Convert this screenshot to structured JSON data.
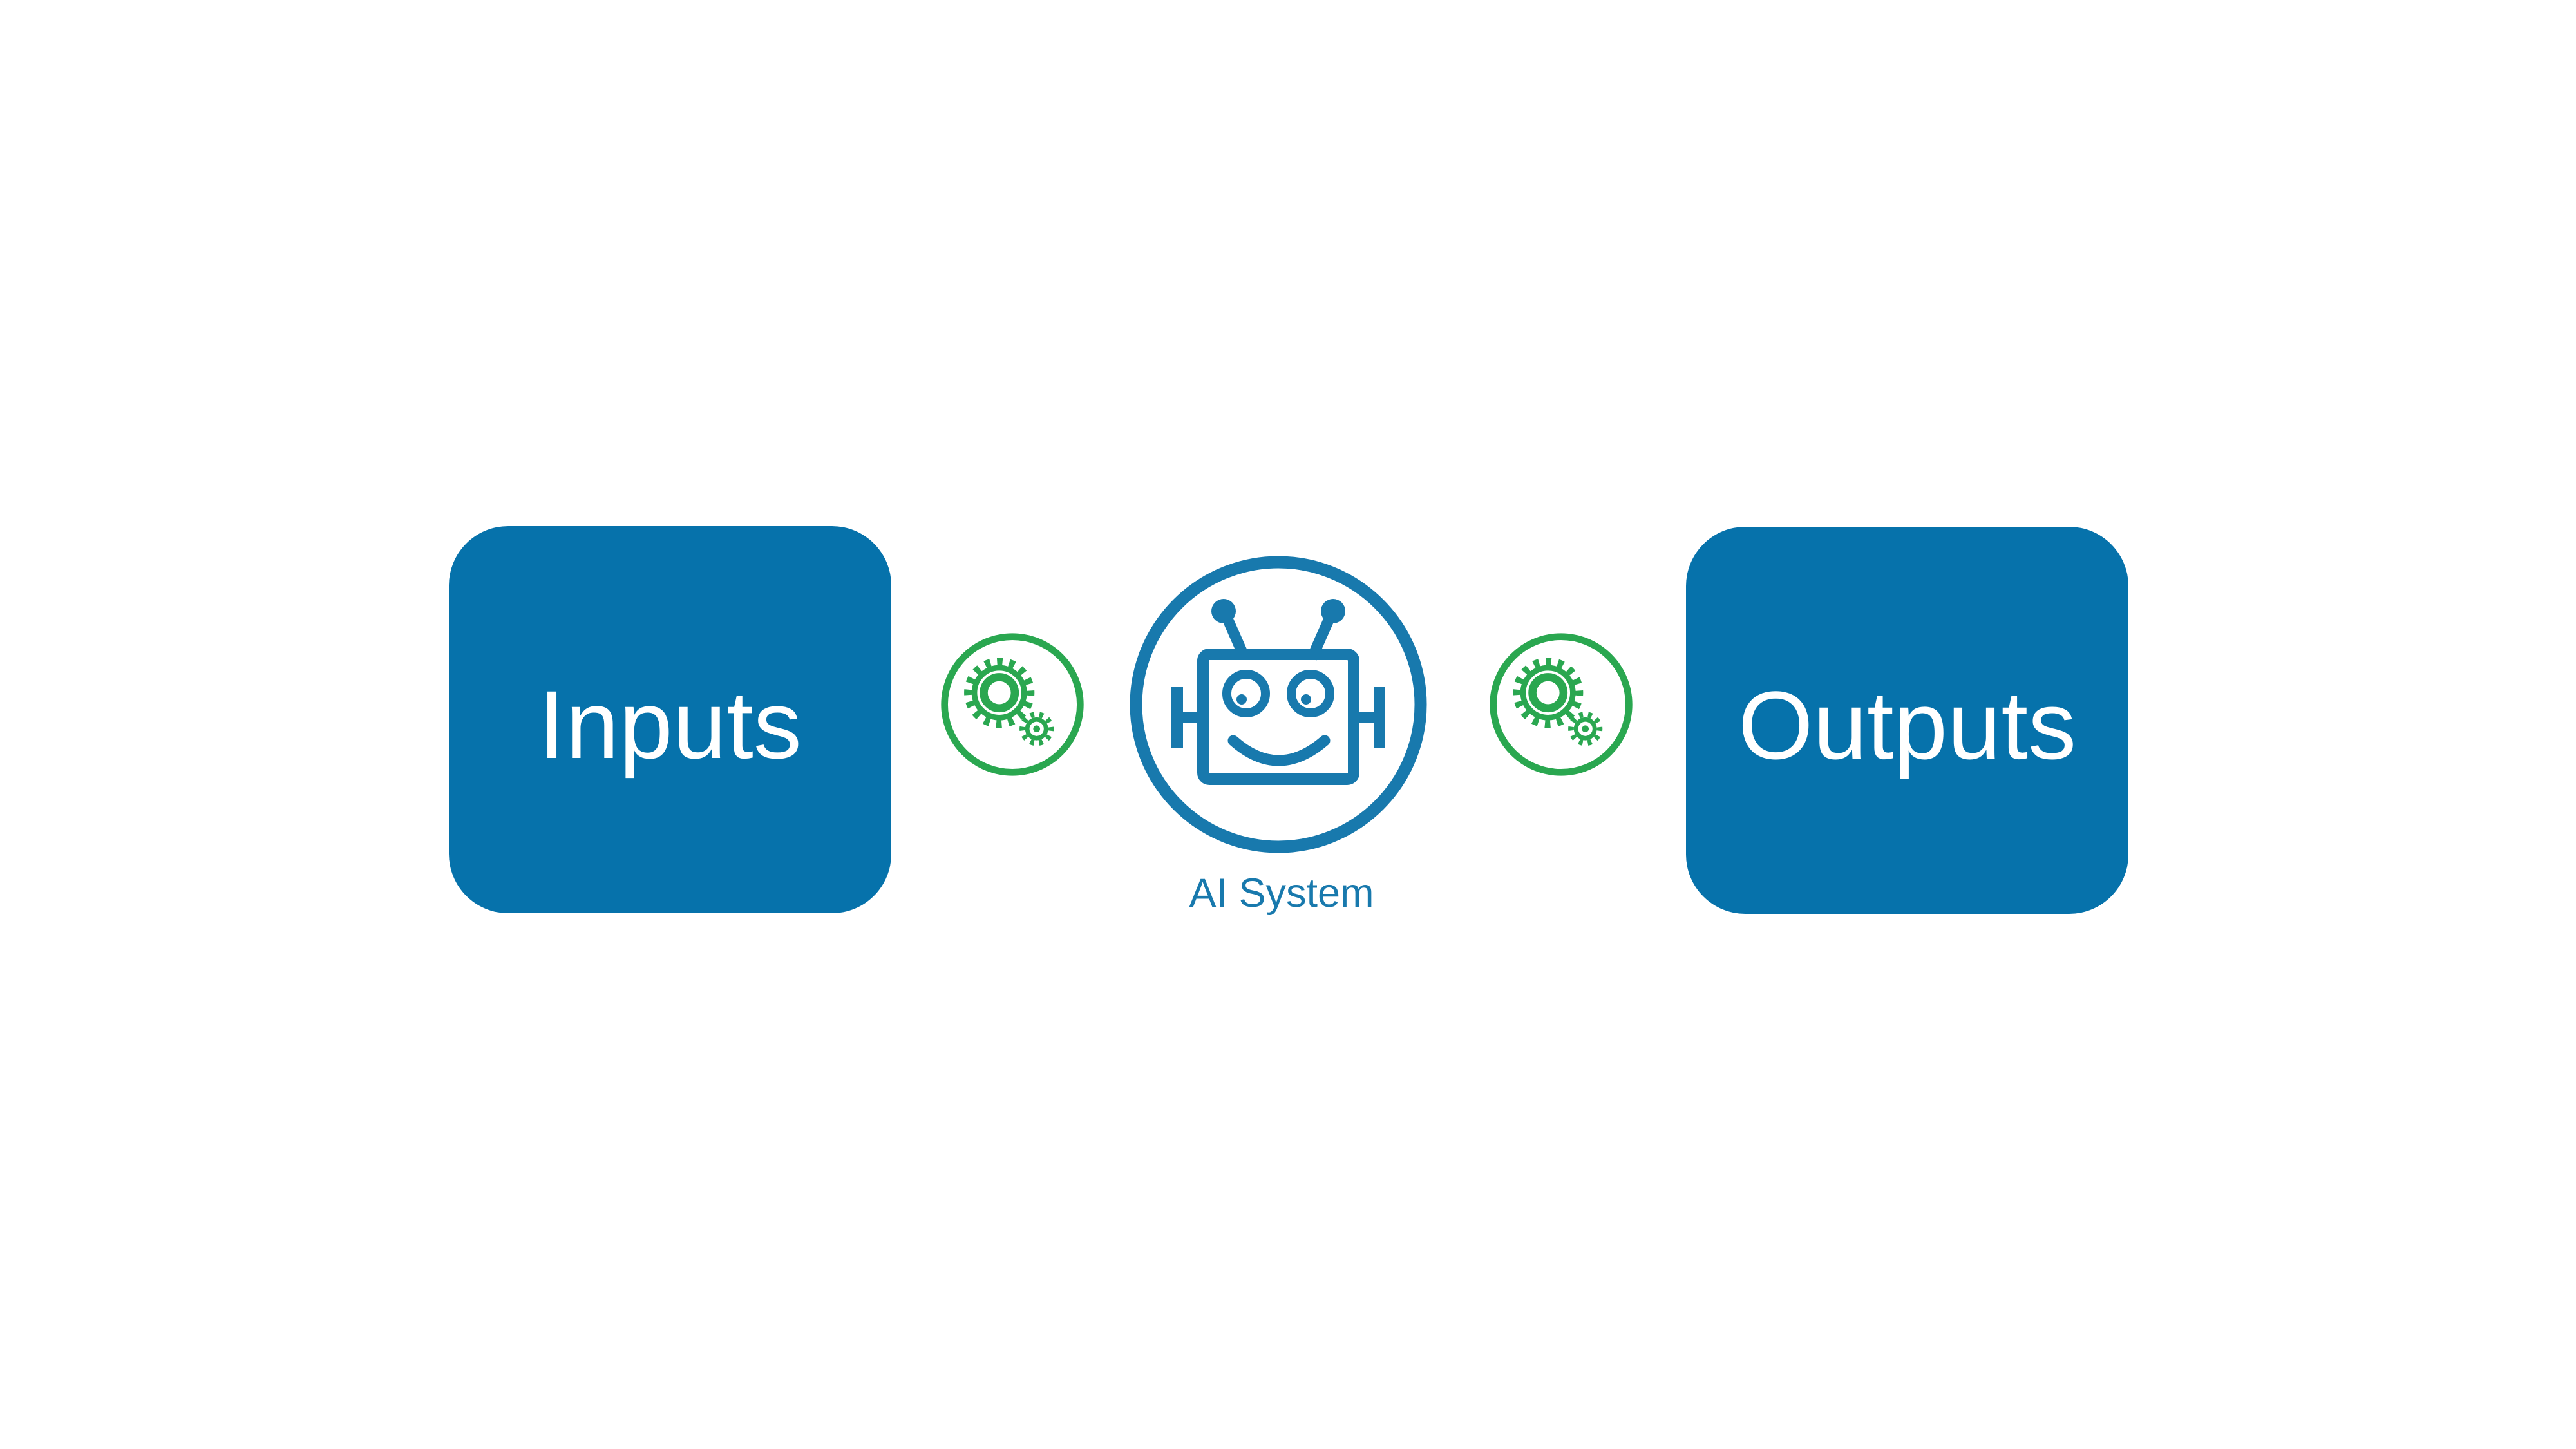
{
  "diagram": {
    "nodes": {
      "inputs": {
        "label": "Inputs"
      },
      "ai_system": {
        "label": "AI System"
      },
      "outputs": {
        "label": "Outputs"
      }
    },
    "icons": {
      "left_process": "gears-in-circle",
      "center": "robot-face-in-circle",
      "right_process": "gears-in-circle"
    },
    "colors": {
      "background": "#ffffff",
      "box_blue": "#0672ab",
      "icon_blue": "#1879ad",
      "gear_green": "#2aa750",
      "box_label_text": "#ffffff"
    }
  }
}
